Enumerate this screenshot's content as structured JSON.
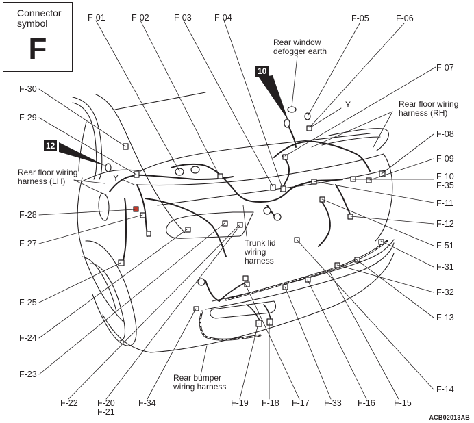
{
  "connector_symbol": {
    "title_line1": "Connector",
    "title_line2": "symbol",
    "letter": "F"
  },
  "figure_id": "ACB02013AB",
  "badges": {
    "badge_10": "10",
    "badge_12": "12"
  },
  "junction_marks": {
    "y_right": "Y",
    "y_left": "Y"
  },
  "descriptions": {
    "rear_window_defogger_earth": [
      "Rear window",
      "defogger earth"
    ],
    "rear_floor_harness_rh": [
      "Rear floor wiring",
      "harness (RH)"
    ],
    "rear_floor_harness_lh": [
      "Rear floor wiring",
      "harness (LH)"
    ],
    "trunk_lid_harness": [
      "Trunk lid",
      "wiring",
      "harness"
    ],
    "rear_bumper_harness": [
      "Rear bumper",
      "wiring harness"
    ]
  },
  "labels": {
    "top": [
      "F-01",
      "F-02",
      "F-03",
      "F-04",
      "F-05",
      "F-06"
    ],
    "right": [
      "F-07",
      "F-08",
      "F-09",
      "F-10",
      "F-35",
      "F-11",
      "F-12",
      "F-51",
      "F-31",
      "F-32",
      "F-13",
      "F-14"
    ],
    "left": [
      "F-30",
      "F-29",
      "F-28",
      "F-27",
      "F-25",
      "F-24",
      "F-23"
    ],
    "bottom": [
      "F-22",
      "F-20",
      "F-21",
      "F-34",
      "F-19",
      "F-18",
      "F-17",
      "F-33",
      "F-16",
      "F-15"
    ]
  },
  "colors": {
    "ink": "#231f20",
    "highlight_connector": "#c0392b"
  }
}
